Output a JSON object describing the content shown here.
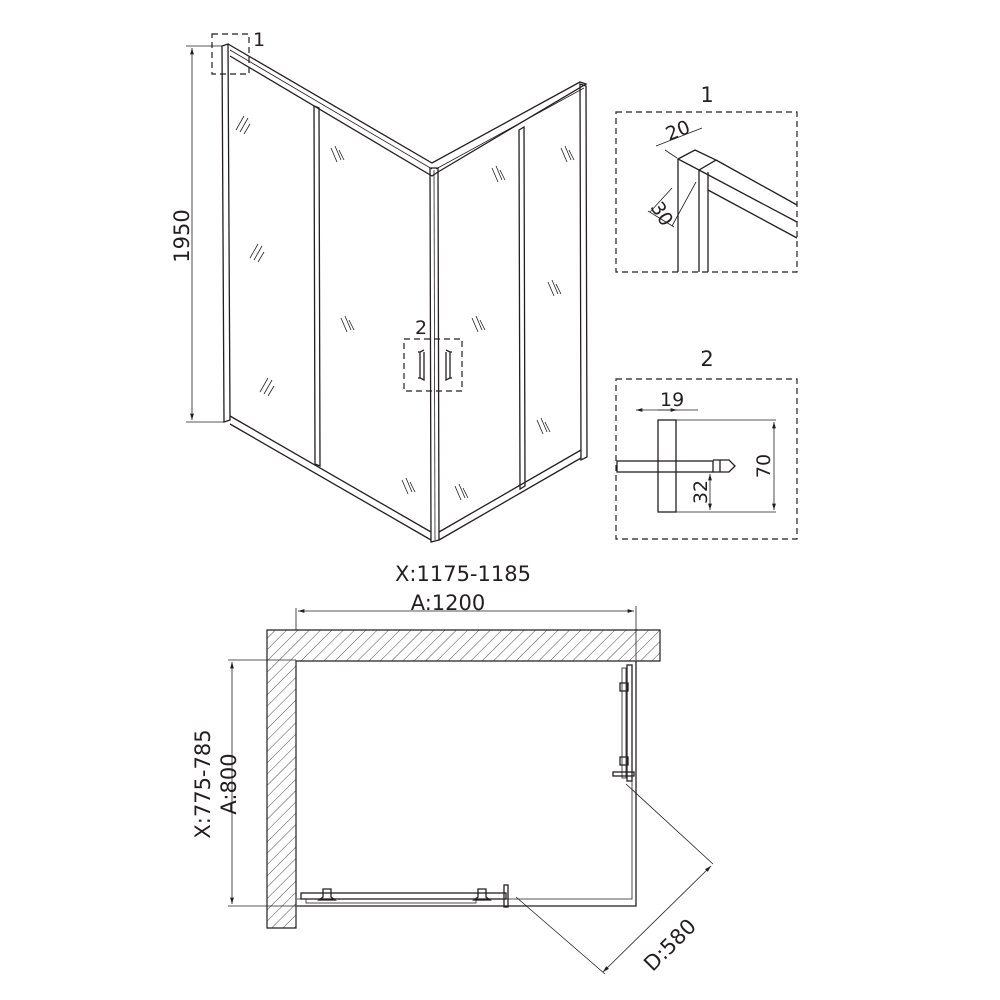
{
  "elevation": {
    "height_label": "1950",
    "detail_callout_1": "1",
    "detail_callout_2": "2"
  },
  "detail_1": {
    "title": "1",
    "width_label": "20",
    "depth_label": "30"
  },
  "detail_2": {
    "title": "2",
    "width_label": "19",
    "height_label": "70",
    "offset_label": "32"
  },
  "plan": {
    "install_width_label": "X:1175-1185",
    "width_label": "A:1200",
    "install_depth_label": "X:775-785",
    "depth_label": "A:800",
    "opening_label": "D:580"
  },
  "colors": {
    "line": "#231f20",
    "background": "#ffffff"
  }
}
